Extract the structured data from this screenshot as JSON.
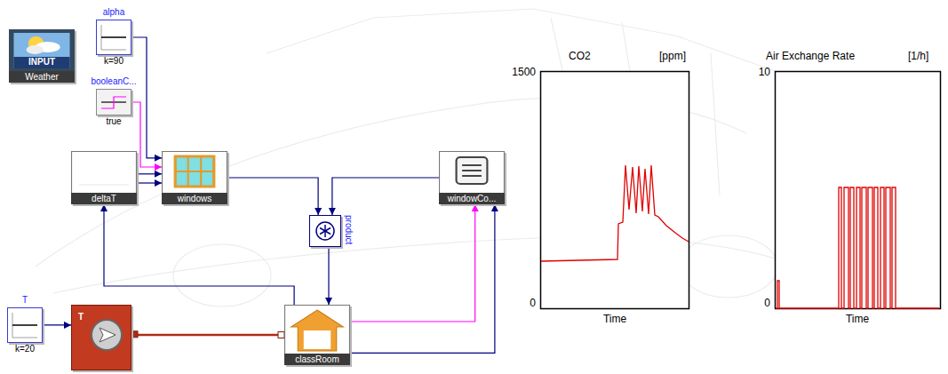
{
  "diagram": {
    "nodes": [
      {
        "text": [
          "INPUT",
          "Weather"
        ]
      },
      {
        "text": [
          "alpha",
          "k=90"
        ]
      },
      {
        "text": [
          "booleanC...",
          "true"
        ]
      },
      {
        "text": [
          "deltaT"
        ]
      },
      {
        "text": [
          "windows"
        ]
      },
      {
        "text": [
          "windowCo..."
        ]
      },
      {
        "text": [
          "product"
        ]
      },
      {
        "text": [
          "T",
          "k=20"
        ]
      },
      {
        "text": [
          "T"
        ]
      },
      {
        "text": [
          "classRoom"
        ]
      }
    ],
    "edges": [
      {
        "from": 1,
        "to": 4,
        "arrow": "to"
      },
      {
        "from": 2,
        "to": 4,
        "arrow": "to"
      },
      {
        "from": 3,
        "to": 4,
        "arrow": "to"
      },
      {
        "from": 3,
        "to": 4,
        "arrow": "to"
      },
      {
        "from": 4,
        "to": 6,
        "arrow": "to"
      },
      {
        "from": 5,
        "to": 6,
        "arrow": "to"
      },
      {
        "from": 6,
        "to": 9,
        "arrow": "to"
      },
      {
        "from": 9,
        "to": 3,
        "arrow": "to"
      },
      {
        "from": 9,
        "to": 5,
        "arrow": "to"
      },
      {
        "from": 9,
        "to": 5,
        "arrow": "to"
      },
      {
        "from": 7,
        "to": 8,
        "arrow": "to"
      },
      {
        "from": 8,
        "to": 9,
        "arrow": "none"
      }
    ],
    "labels": [
      "CO2",
      "[ppm]",
      "1500",
      "0",
      "Time",
      "Air Exchange Rate",
      "[1/h]",
      "10",
      "0",
      "Time"
    ]
  }
}
